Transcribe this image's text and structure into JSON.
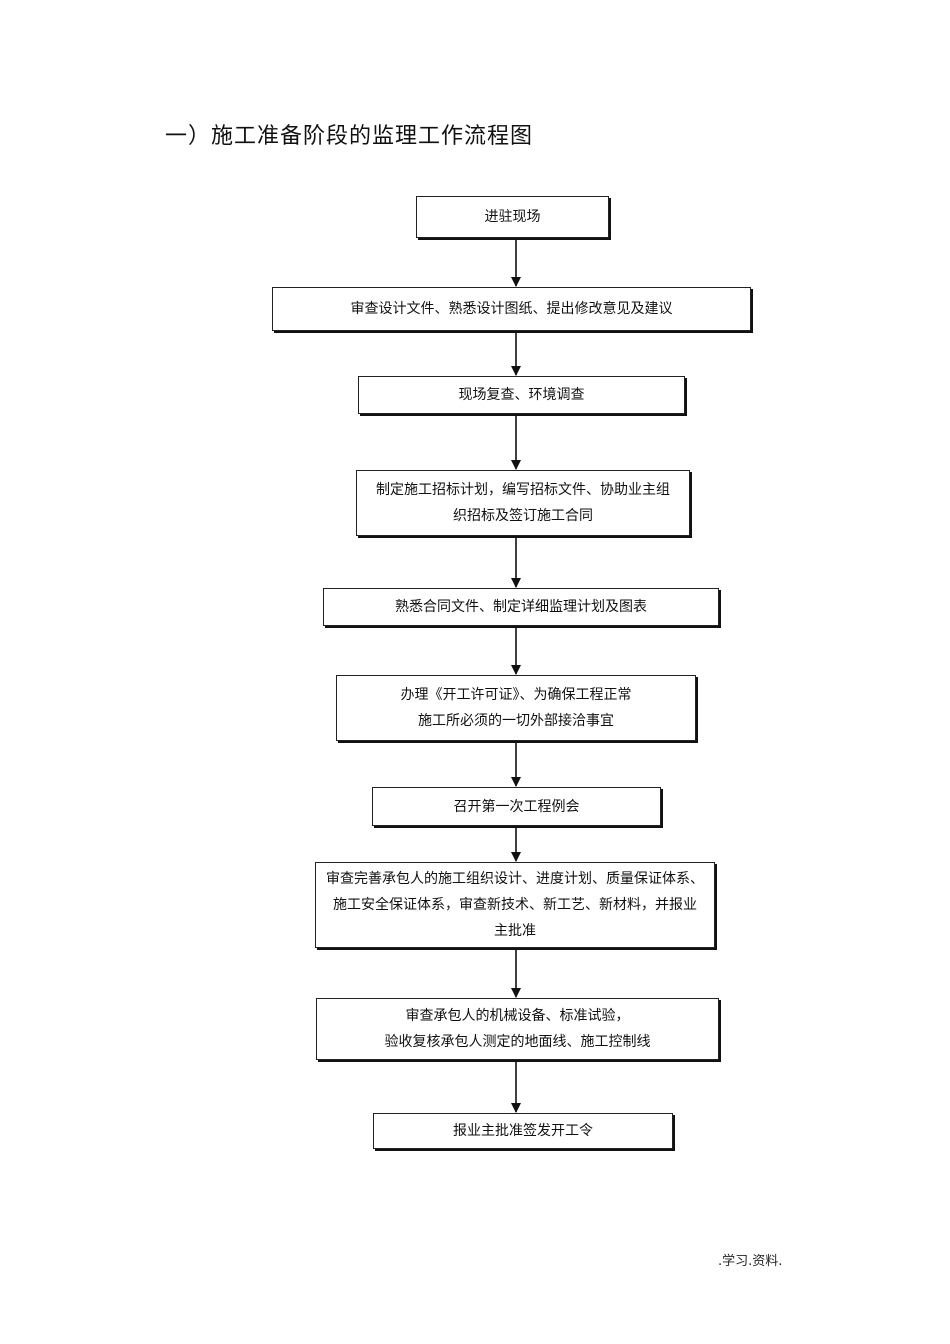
{
  "title": "一）施工准备阶段的监理工作流程图",
  "steps": [
    {
      "text": "进驻现场"
    },
    {
      "text": "审查设计文件、熟悉设计图纸、提出修改意见及建议"
    },
    {
      "text": "现场复查、环境调查"
    },
    {
      "text": "制定施工招标计划，编写招标文件、协助业主组\n织招标及签订施工合同"
    },
    {
      "text": "熟悉合同文件、制定详细监理计划及图表"
    },
    {
      "text": "办理《开工许可证》、为确保工程正常\n施工所必须的一切外部接洽事宜"
    },
    {
      "text": "召开第一次工程例会"
    },
    {
      "text": "审查完善承包人的施工组织设计、进度计划、质量保证体系、\n施工安全保证体系，审查新技术、新工艺、新材料，并报业\n主批准"
    },
    {
      "text": "审查承包人的机械设备、标准试验，\n验收复核承包人测定的地面线、施工控制线"
    },
    {
      "text": "报业主批准签发开工令"
    }
  ],
  "footer": ".学习.资料."
}
